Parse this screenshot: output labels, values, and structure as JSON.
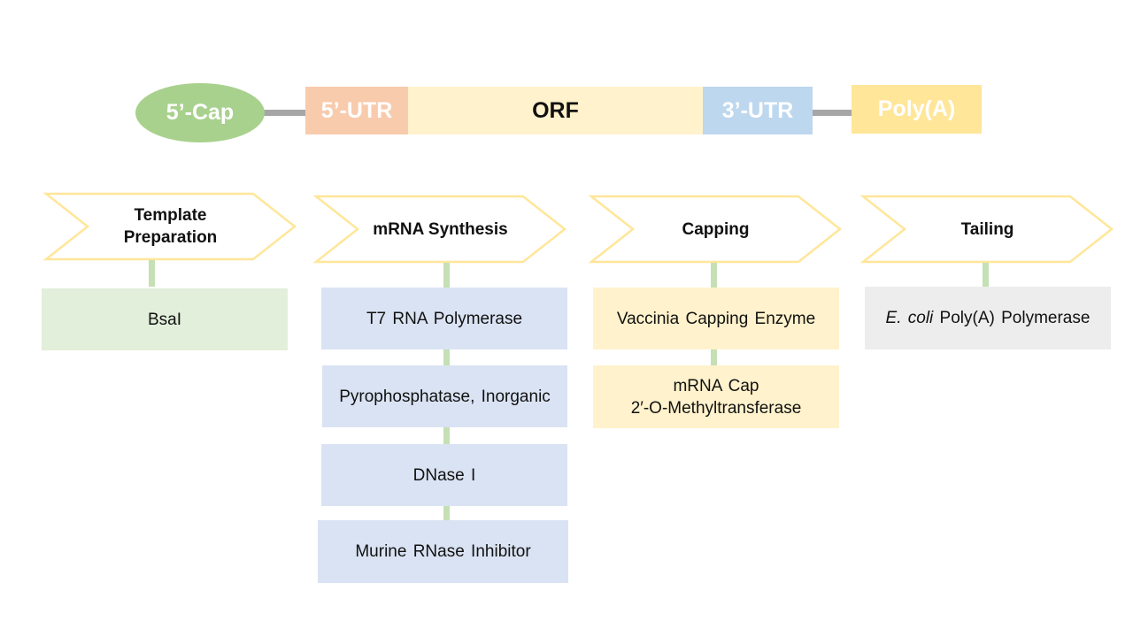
{
  "mrna_structure": {
    "cap": "5’-Cap",
    "utr5": "5’-UTR",
    "orf": "ORF",
    "utr3": "3’-UTR",
    "polya": "Poly(A)"
  },
  "steps": [
    {
      "title": "Template\nPreparation",
      "items": [
        "BsaI"
      ]
    },
    {
      "title": "mRNA Synthesis",
      "items": [
        "T7 RNA Polymerase",
        "Pyrophosphatase, Inorganic",
        "DNase I",
        "Murine RNase Inhibitor"
      ]
    },
    {
      "title": "Capping",
      "items": [
        "Vaccinia Capping Enzyme",
        "mRNA Cap\n2′-O-Methyltransferase"
      ]
    },
    {
      "title": "Tailing",
      "items": [
        {
          "italic": "E. coli",
          "rest": " Poly(A) Polymerase"
        }
      ]
    }
  ],
  "colors": {
    "cap": "#a9d18e",
    "utr5": "#f8cbad",
    "orf": "#fff2cc",
    "utr3": "#bdd7ee",
    "polya": "#ffe699",
    "connector_line": "#a6a6a6",
    "chevron_stroke": "#ffe699",
    "step_connector": "#c5e0b4",
    "box_template": "#e2efda",
    "box_synthesis": "#dae3f3",
    "box_capping": "#fff2cc",
    "box_tailing": "#ededed"
  }
}
